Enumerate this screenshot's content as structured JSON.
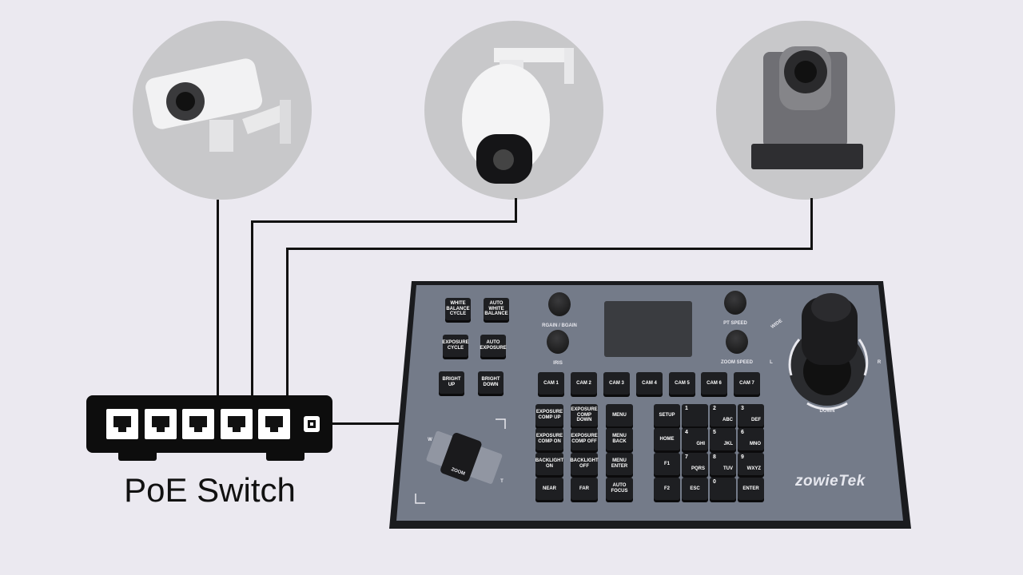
{
  "cameras": [
    {
      "name": "bullet-camera",
      "icon": "bullet-camera-icon"
    },
    {
      "name": "dome-camera",
      "icon": "dome-camera-icon"
    },
    {
      "name": "ptz-camera",
      "icon": "ptz-camera-icon"
    }
  ],
  "switch": {
    "label": "PoE Switch",
    "ports": 5
  },
  "controller": {
    "brand": "zowieTek",
    "left_buttons": [
      "WHITE BALANCE CYCLE",
      "AUTO WHITE BALANCE",
      "EXPOSURE CYCLE",
      "AUTO EXPOSURE",
      "BRIGHT UP",
      "BRIGHT DOWN"
    ],
    "knobs": [
      "RGAIN / BGAIN",
      "IRIS",
      "PT SPEED",
      "ZOOM SPEED"
    ],
    "cams": [
      "CAM 1",
      "CAM 2",
      "CAM 3",
      "CAM 4",
      "CAM 5",
      "CAM 6",
      "CAM 7"
    ],
    "function_columns": [
      [
        "EXPOSURE COMP UP",
        "EXPOSURE COMP ON",
        "BACKLIGHT ON",
        "NEAR"
      ],
      [
        "EXPOSURE COMP DOWN",
        "EXPOSURE COMP OFF",
        "BACKLIGHT OFF",
        "FAR"
      ],
      [
        "MENU",
        "MENU BACK",
        "MENU ENTER",
        "AUTO FOCUS"
      ]
    ],
    "keypad": [
      [
        {
          "t": "SETUP"
        },
        {
          "n": "1",
          "l": ""
        },
        {
          "n": "2",
          "l": "ABC"
        },
        {
          "n": "3",
          "l": "DEF"
        }
      ],
      [
        {
          "t": "HOME"
        },
        {
          "n": "4",
          "l": "GHI"
        },
        {
          "n": "5",
          "l": "JKL"
        },
        {
          "n": "6",
          "l": "MNO"
        }
      ],
      [
        {
          "t": "F1"
        },
        {
          "n": "7",
          "l": "PQRS"
        },
        {
          "n": "8",
          "l": "TUV"
        },
        {
          "n": "9",
          "l": "WXYZ"
        }
      ],
      [
        {
          "t": "F2"
        },
        {
          "t": "ESC"
        },
        {
          "n": "0",
          "l": ""
        },
        {
          "t": "ENTER"
        }
      ]
    ],
    "joystick_labels": {
      "wide": "WIDE",
      "left": "L",
      "right": "R",
      "down": "DOWN"
    },
    "zoom_slider": {
      "label": "ZOOM",
      "minus": "W",
      "plus": "T"
    },
    "colors": {
      "body": "#747b89",
      "frame": "#1a1b1e",
      "button": "#1e1f22"
    }
  }
}
